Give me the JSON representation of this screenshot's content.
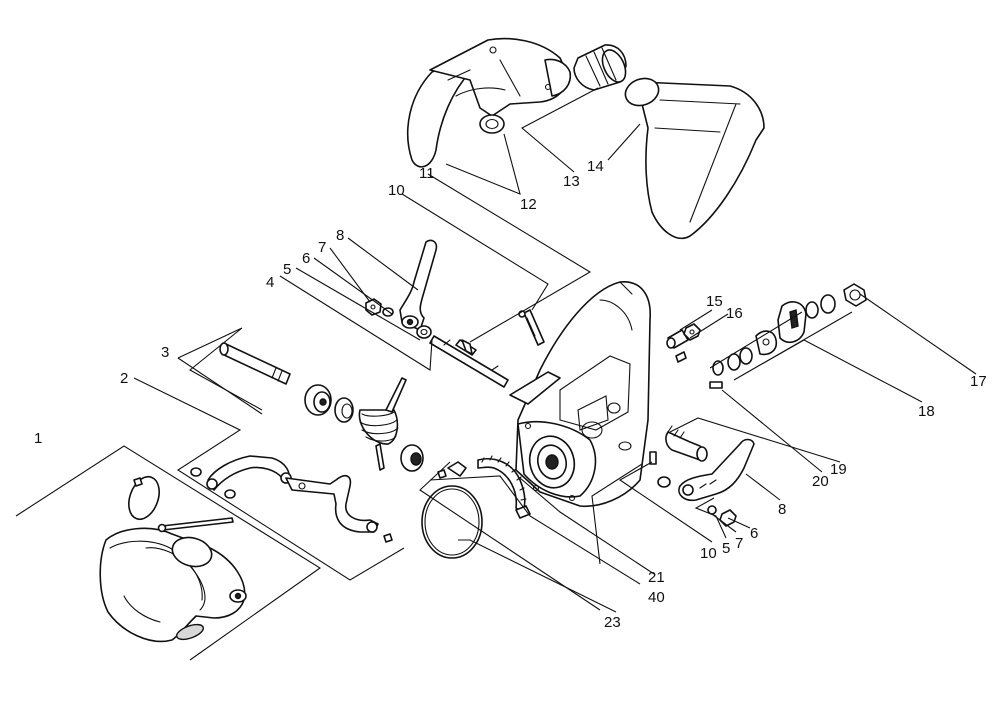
{
  "callouts": {
    "c1": "1",
    "c2": "2",
    "c3": "3",
    "c4": "4",
    "c5": "5",
    "c6": "6",
    "c7": "7",
    "c8": "8",
    "c10": "10",
    "c11": "11",
    "c12": "12",
    "c13": "13",
    "c14": "14",
    "c15": "15",
    "c16": "16",
    "c17": "17",
    "c18": "18",
    "c19": "19",
    "c20": "20",
    "c21": "21",
    "c23": "23",
    "c40": "40",
    "c10b": "10",
    "c5b": "5",
    "c7b": "7",
    "c6b": "6",
    "c8b": "8"
  },
  "colors": {
    "line": "#111111",
    "background": "#ffffff"
  }
}
